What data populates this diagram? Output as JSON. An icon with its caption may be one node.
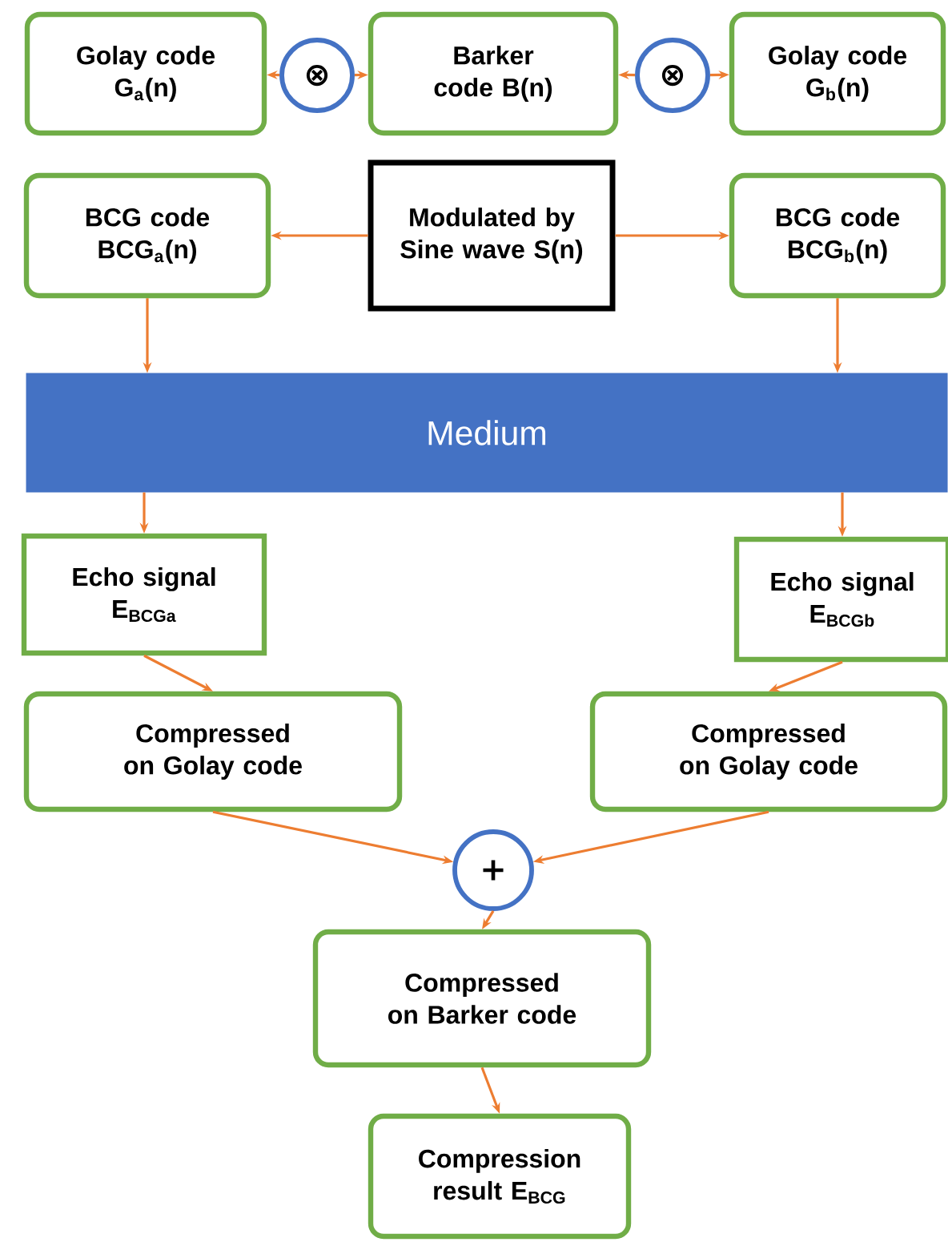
{
  "diagram": {
    "nodes": [
      {
        "text": [
          "Golay code G$_{a}$(n)"
        ]
      },
      {
        "text": [
          "⊗"
        ]
      },
      {
        "text": [
          "Barker code B(n)"
        ]
      },
      {
        "text": [
          "⊗"
        ]
      },
      {
        "text": [
          "Golay code G$_{b}$(n)"
        ]
      },
      {
        "text": [
          "BCG code BCG$_{a}$(n)"
        ]
      },
      {
        "text": [
          "Modulated by Sine wave S(n)"
        ]
      },
      {
        "text": [
          "BCG code BCG$_{b}$(n)"
        ]
      },
      {
        "text": [
          "Medium"
        ]
      },
      {
        "text": [
          "Echo signal E$_{BCGa}$"
        ]
      },
      {
        "text": [
          "Echo signal E$_{BCGb}$"
        ]
      },
      {
        "text": [
          "Compressed on Golay code"
        ]
      },
      {
        "text": [
          "Compressed on Golay code"
        ]
      },
      {
        "text": [
          "+"
        ]
      },
      {
        "text": [
          "Compressed on Barker code"
        ]
      },
      {
        "text": [
          "Compression result E$_{BCG}$"
        ]
      }
    ],
    "edges": [
      {
        "from": 1,
        "to": 0,
        "arrow": "to"
      },
      {
        "from": 1,
        "to": 2,
        "arrow": "to"
      },
      {
        "from": 3,
        "to": 2,
        "arrow": "to"
      },
      {
        "from": 3,
        "to": 4,
        "arrow": "to"
      },
      {
        "from": 6,
        "to": 5,
        "arrow": "to"
      },
      {
        "from": 6,
        "to": 7,
        "arrow": "to"
      },
      {
        "from": 5,
        "to": 8,
        "arrow": "to"
      },
      {
        "from": 7,
        "to": 8,
        "arrow": "to"
      },
      {
        "from": 8,
        "to": 9,
        "arrow": "to"
      },
      {
        "from": 8,
        "to": 10,
        "arrow": "to"
      },
      {
        "from": 9,
        "to": 11,
        "arrow": "to"
      },
      {
        "from": 10,
        "to": 12,
        "arrow": "to"
      },
      {
        "from": 11,
        "to": 13,
        "arrow": "to"
      },
      {
        "from": 12,
        "to": 13,
        "arrow": "to"
      },
      {
        "from": 13,
        "to": 14,
        "arrow": "to"
      },
      {
        "from": 14,
        "to": 15,
        "arrow": "to"
      }
    ]
  }
}
